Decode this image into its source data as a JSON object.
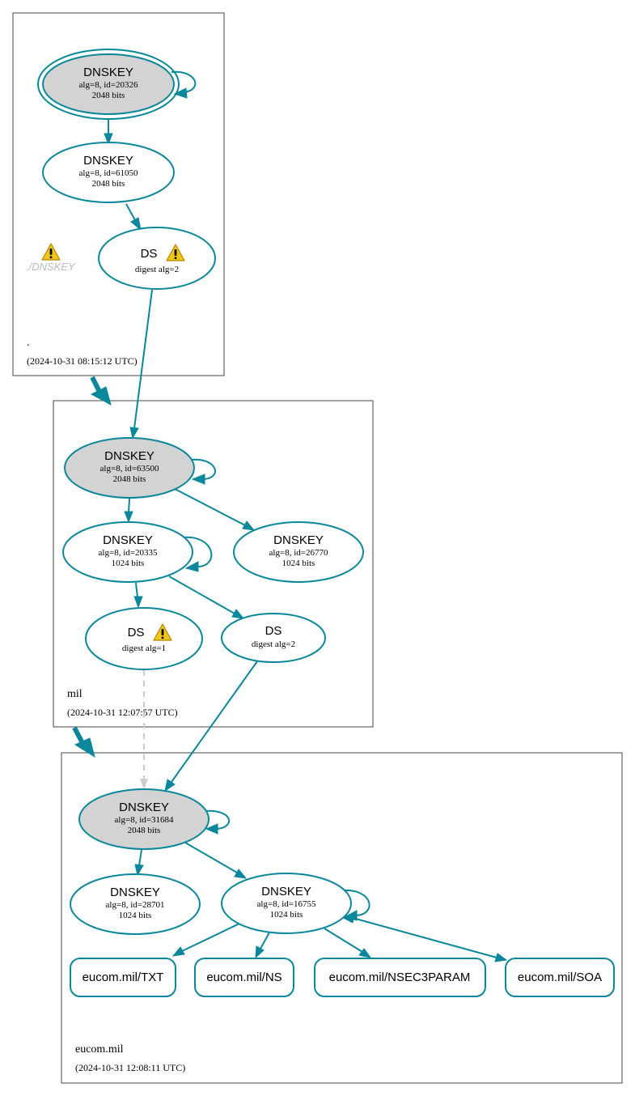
{
  "colors": {
    "edge": "#0a879a",
    "ksk_fill": "#d3d3d3",
    "node_fill": "#ffffff",
    "insecure_edge": "#cccccc",
    "zone_border": "#444444",
    "warning_fill": "#f2c619"
  },
  "zones": {
    "root": {
      "name": ".",
      "timestamp": "(2024-10-31 08:15:12 UTC)",
      "error_label": "./DNSKEY"
    },
    "mil": {
      "name": "mil",
      "timestamp": "(2024-10-31 12:07:57 UTC)"
    },
    "eucom": {
      "name": "eucom.mil",
      "timestamp": "(2024-10-31 12:08:11 UTC)"
    }
  },
  "nodes": {
    "root_ksk": {
      "title": "DNSKEY",
      "detail1": "alg=8, id=20326",
      "detail2": "2048 bits"
    },
    "root_zsk": {
      "title": "DNSKEY",
      "detail1": "alg=8, id=61050",
      "detail2": "2048 bits"
    },
    "root_ds": {
      "title": "DS",
      "detail1": "digest alg=2"
    },
    "mil_ksk": {
      "title": "DNSKEY",
      "detail1": "alg=8, id=63500",
      "detail2": "2048 bits"
    },
    "mil_zsk1": {
      "title": "DNSKEY",
      "detail1": "alg=8, id=20335",
      "detail2": "1024 bits"
    },
    "mil_zsk2": {
      "title": "DNSKEY",
      "detail1": "alg=8, id=26770",
      "detail2": "1024 bits"
    },
    "mil_ds1": {
      "title": "DS",
      "detail1": "digest alg=1"
    },
    "mil_ds2": {
      "title": "DS",
      "detail1": "digest alg=2"
    },
    "eu_ksk": {
      "title": "DNSKEY",
      "detail1": "alg=8, id=31684",
      "detail2": "2048 bits"
    },
    "eu_zsk1": {
      "title": "DNSKEY",
      "detail1": "alg=8, id=28701",
      "detail2": "1024 bits"
    },
    "eu_zsk2": {
      "title": "DNSKEY",
      "detail1": "alg=8, id=16755",
      "detail2": "1024 bits"
    },
    "rr_txt": {
      "label": "eucom.mil/TXT"
    },
    "rr_ns": {
      "label": "eucom.mil/NS"
    },
    "rr_nsec3param": {
      "label": "eucom.mil/NSEC3PARAM"
    },
    "rr_soa": {
      "label": "eucom.mil/SOA"
    }
  },
  "icons": {
    "warning": "warning-triangle-icon"
  }
}
